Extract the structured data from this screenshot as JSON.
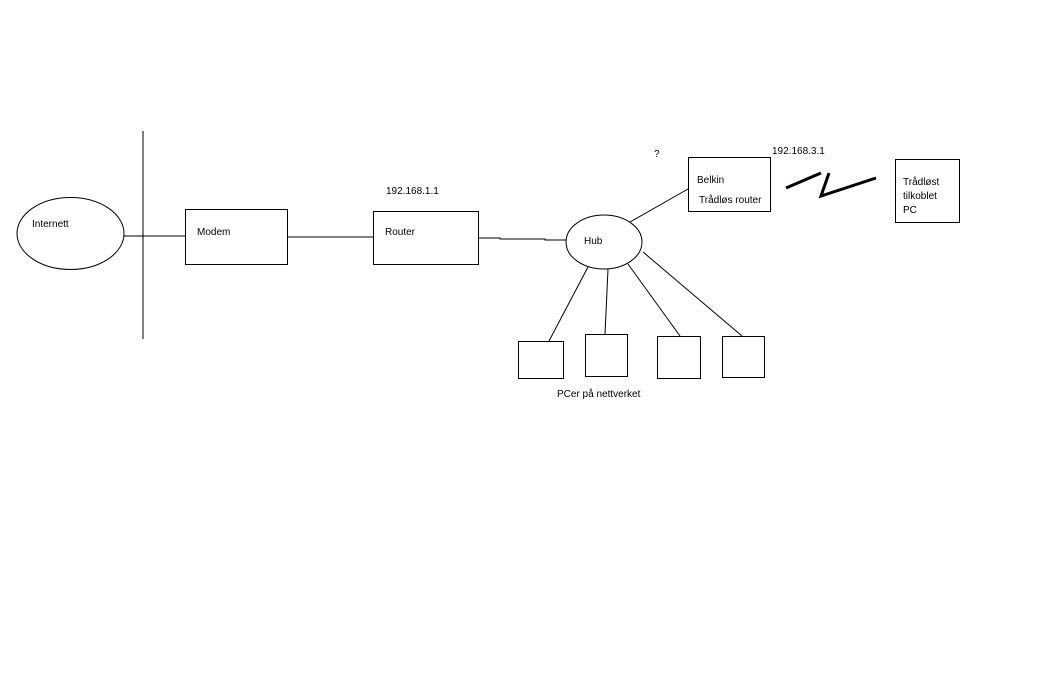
{
  "diagram": {
    "nodes": {
      "internet": {
        "label": "Internett",
        "shape": "ellipse"
      },
      "modem": {
        "label": "Modem",
        "shape": "rect"
      },
      "router": {
        "label": "Router",
        "shape": "rect",
        "ip": "192.168.1.1"
      },
      "hub": {
        "label": "Hub",
        "shape": "ellipse"
      },
      "belkin": {
        "label_line1": "Belkin",
        "label_line2": "Trådløs router",
        "shape": "rect",
        "ip": "192.168.3.1",
        "note": "?"
      },
      "wireless_pc": {
        "label_line1": "Trådløst",
        "label_line2": "tilkoblet",
        "label_line3": "PC",
        "shape": "rect"
      },
      "pcs": {
        "label": "PCer på nettverket",
        "count": 4
      }
    },
    "edges": [
      [
        "internet",
        "modem"
      ],
      [
        "modem",
        "router"
      ],
      [
        "router",
        "hub"
      ],
      [
        "hub",
        "belkin"
      ],
      [
        "belkin",
        "wireless_pc",
        "wireless"
      ],
      [
        "hub",
        "pc1"
      ],
      [
        "hub",
        "pc2"
      ],
      [
        "hub",
        "pc3"
      ],
      [
        "hub",
        "pc4"
      ]
    ],
    "colors": {
      "stroke": "#000000",
      "background": "#ffffff"
    }
  }
}
